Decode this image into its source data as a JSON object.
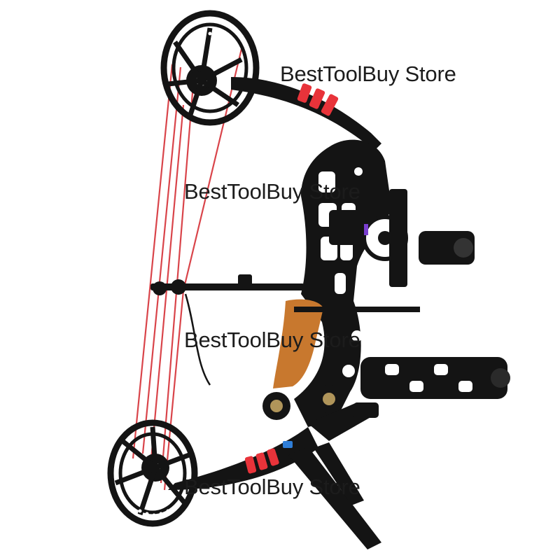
{
  "watermarks": [
    {
      "text": "BestToolBuy Store"
    },
    {
      "text": "BestToolBuy Store"
    },
    {
      "text": "BestToolBuy Store"
    },
    {
      "text": "BestToolBuy Store"
    }
  ],
  "colors": {
    "background": "#ffffff",
    "bow_body": "#141414",
    "string": "#d9444a",
    "dampener": "#e8333a",
    "grip": "#c8782e",
    "accent_blue": "#2f7ed8",
    "sight_purple": "#7a3fd0"
  }
}
